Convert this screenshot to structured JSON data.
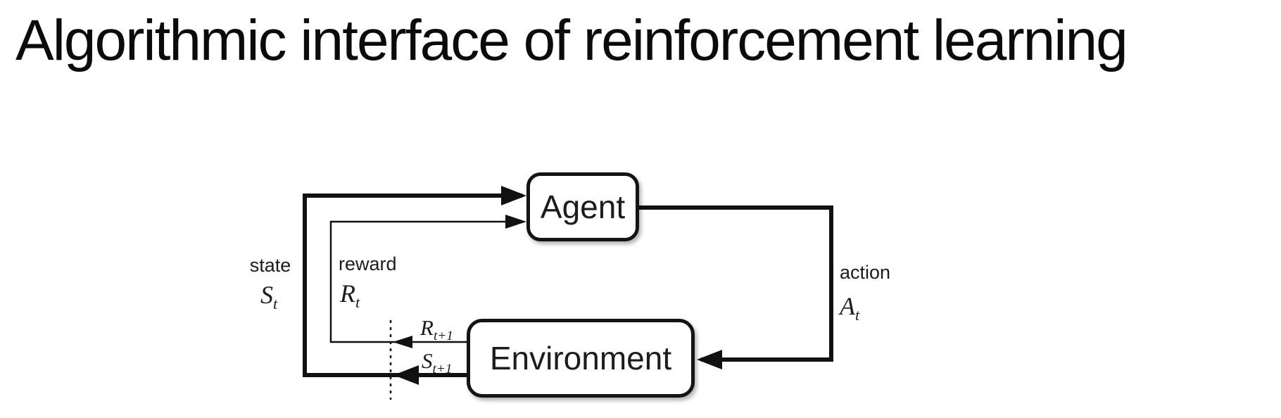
{
  "title": "Algorithmic interface of reinforcement learning",
  "diagram": {
    "agent_label": "Agent",
    "environment_label": "Environment",
    "edges": {
      "state": {
        "label": "state",
        "symbol_base": "S",
        "symbol_sub": "t"
      },
      "reward": {
        "label": "reward",
        "symbol_base": "R",
        "symbol_sub": "t"
      },
      "action": {
        "label": "action",
        "symbol_base": "A",
        "symbol_sub": "t"
      },
      "next_reward": {
        "symbol_base": "R",
        "symbol_sub": "t+1"
      },
      "next_state": {
        "symbol_base": "S",
        "symbol_sub": "t+1"
      }
    },
    "colors": {
      "line": "#111111",
      "box_border": "#141414",
      "background": "#ffffff",
      "text": "#1c1c1c"
    }
  }
}
